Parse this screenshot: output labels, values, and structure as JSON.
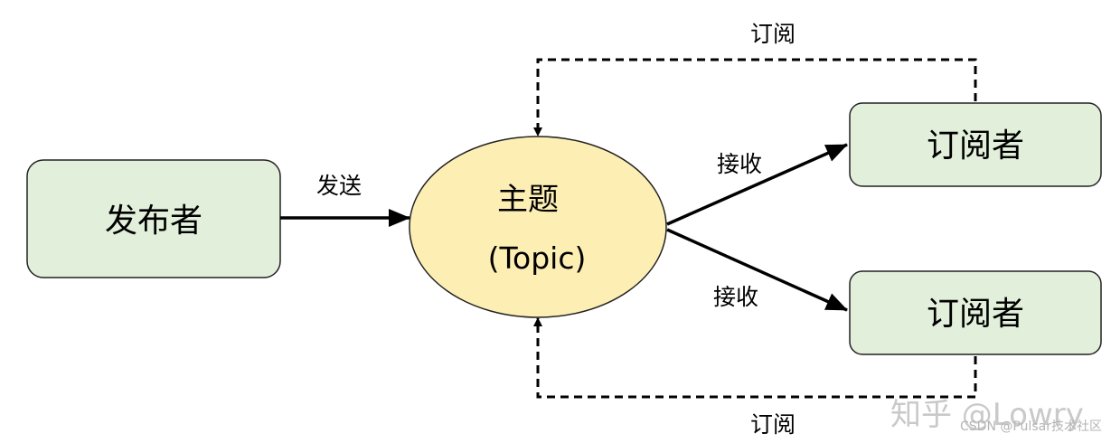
{
  "nodes": {
    "publisher": {
      "label": "发布者"
    },
    "topic": {
      "title": "主题",
      "subtitle": "(Topic)"
    },
    "subscriber_top": {
      "label": "订阅者"
    },
    "subscriber_bottom": {
      "label": "订阅者"
    }
  },
  "edges": {
    "send": "发送",
    "receive_top": "接收",
    "receive_bottom": "接收",
    "subscribe_top": "订阅",
    "subscribe_bottom": "订阅"
  },
  "watermark": {
    "main": "知乎 @Lowry",
    "sub": "CSDN @Pulsar技术社区"
  },
  "colors": {
    "box_fill": "#e2efda",
    "box_stroke": "#222222",
    "topic_fill": "#fdeeb4",
    "topic_stroke": "#222222",
    "edge": "#000000"
  }
}
